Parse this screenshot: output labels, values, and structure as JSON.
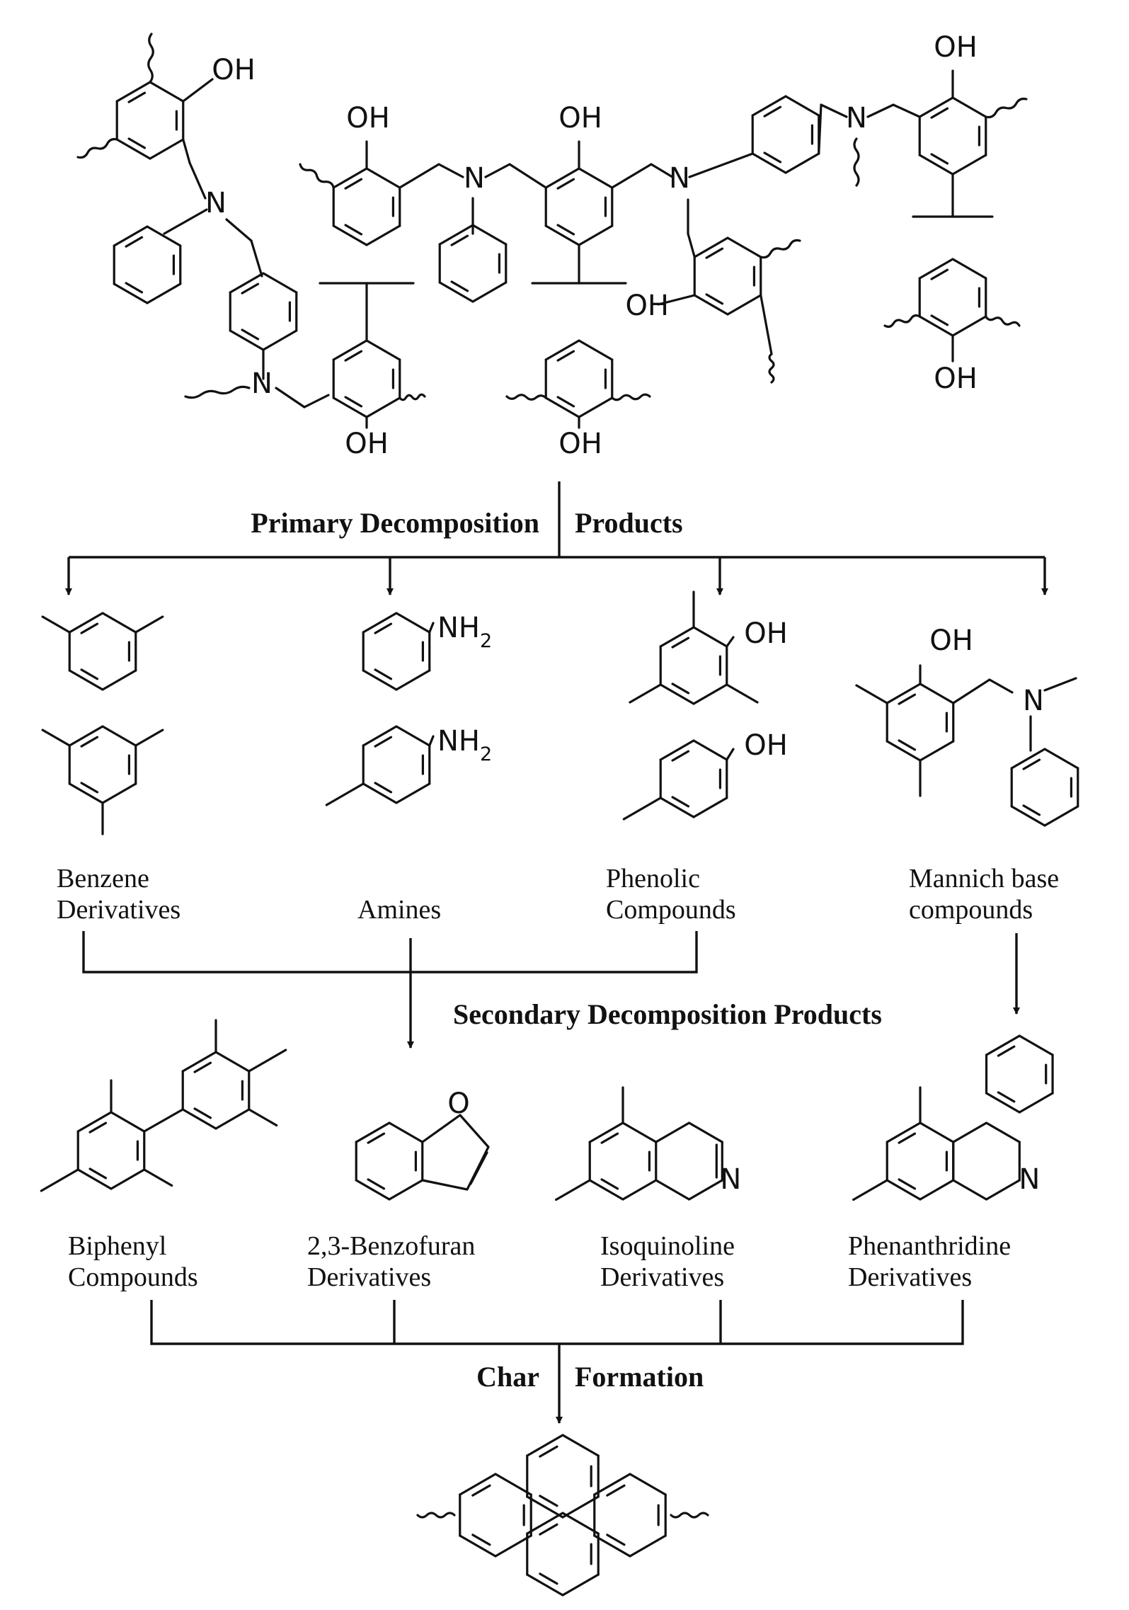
{
  "stages": {
    "primary": {
      "left": "Primary Decomposition",
      "right": "Products"
    },
    "secondary": "Secondary Decomposition Products",
    "char": {
      "left": "Char",
      "right": "Formation"
    }
  },
  "atoms": {
    "hydroxyl": "OH",
    "nitrogen": "N",
    "oxygen": "O",
    "amine": "NH",
    "amine_sub": "2"
  },
  "primary_products": [
    {
      "line1": "Benzene",
      "line2": "Derivatives"
    },
    {
      "line1": "Amines",
      "line2": ""
    },
    {
      "line1": "Phenolic",
      "line2": "Compounds"
    },
    {
      "line1": "Mannich base",
      "line2": "compounds"
    }
  ],
  "secondary_products": [
    {
      "line1": "Biphenyl",
      "line2": "Compounds"
    },
    {
      "line1": "2,3-Benzofuran",
      "line2": "Derivatives"
    },
    {
      "line1": "Isoquinoline",
      "line2": "Derivatives"
    },
    {
      "line1": "Phenanthridine",
      "line2": "Derivatives"
    }
  ]
}
